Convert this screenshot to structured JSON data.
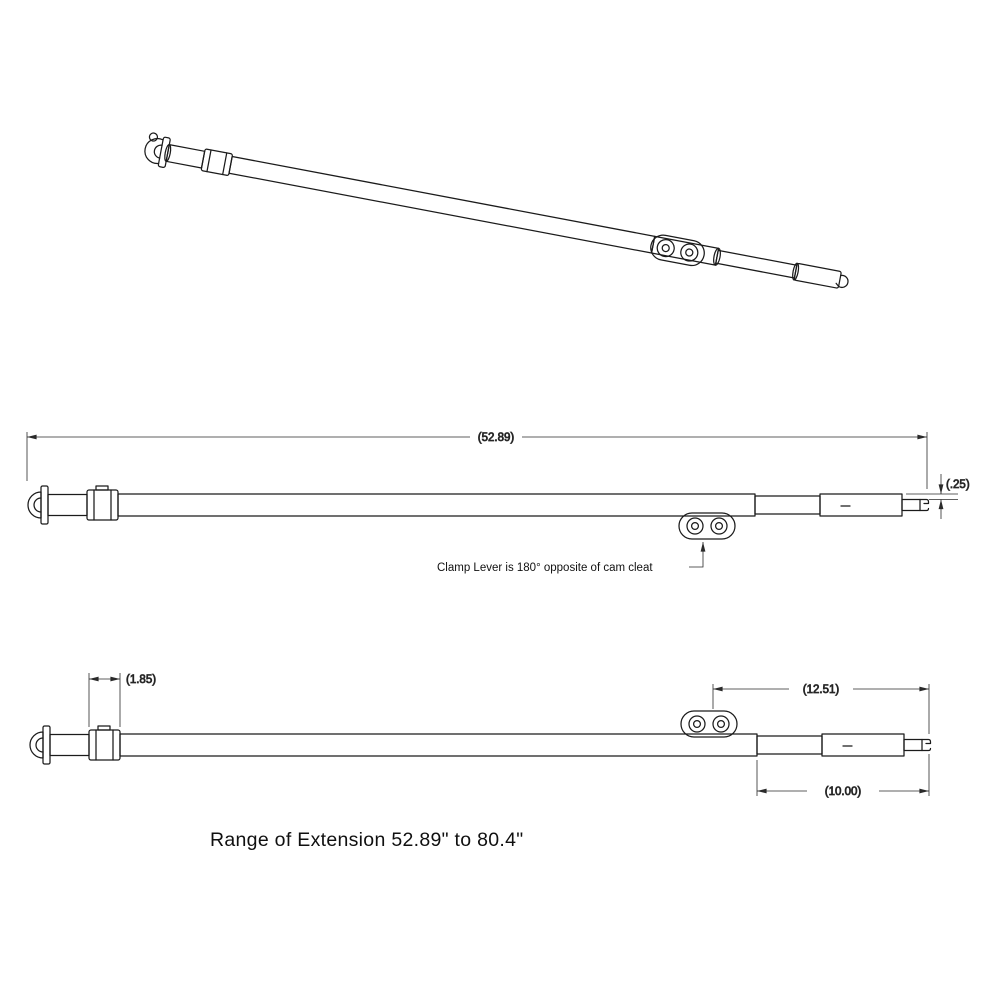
{
  "dimensions": {
    "overall_length": "(52.89)",
    "end_detail": "(.25)",
    "collar_offset": "(1.85)",
    "extension_upper": "(12.51)",
    "extension_lower": "(10.00)"
  },
  "annotations": {
    "clamp_lever_note": "Clamp  Lever  is 180° opposite of cam cleat",
    "range_note": "Range  of Extension 52.89\" to 80.4\""
  },
  "colors": {
    "line": "#1b1b1b",
    "dimension_line": "#2a2a2a",
    "background": "#ffffff"
  }
}
